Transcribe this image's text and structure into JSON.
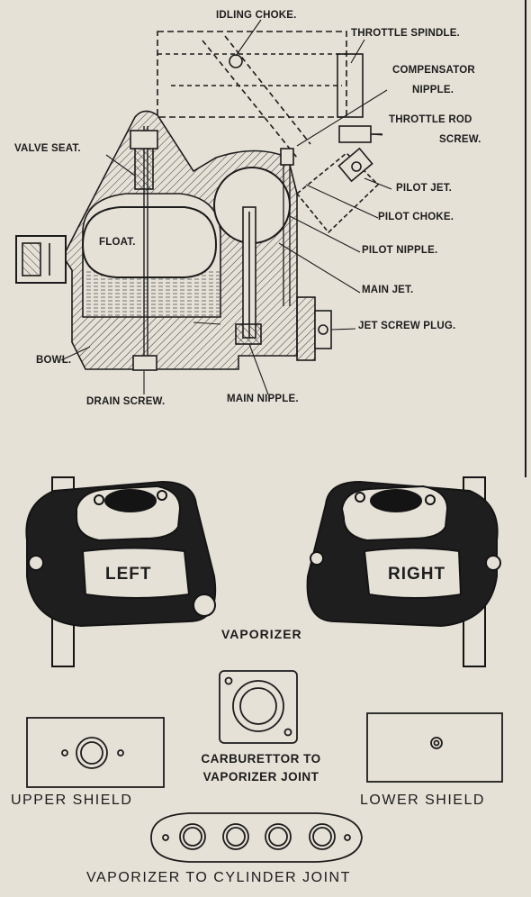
{
  "carburettor": {
    "labels": {
      "idling_choke": "IDLING CHOKE.",
      "throttle_spindle": "THROTTLE SPINDLE.",
      "compensator_nipple_1": "COMPENSATOR",
      "compensator_nipple_2": "NIPPLE.",
      "throttle_rod_screw_1": "THROTTLE ROD",
      "throttle_rod_screw_2": "SCREW.",
      "valve_seat": "VALVE SEAT.",
      "pilot_jet": "PILOT JET.",
      "pilot_choke": "PILOT CHOKE.",
      "float": "FLOAT.",
      "pilot_nipple": "PILOT NIPPLE.",
      "main_jet": "MAIN JET.",
      "jet_screw_plug": "JET SCREW PLUG.",
      "bowl": "BOWL.",
      "drain_screw": "DRAIN SCREW.",
      "main_nipple": "MAIN NIPPLE."
    }
  },
  "vaporizer": {
    "left_emboss": "LEFT",
    "right_emboss": "RIGHT",
    "caption": "VAPORIZER"
  },
  "parts": {
    "upper_shield": "UPPER SHIELD",
    "lower_shield": "LOWER SHIELD",
    "carb_joint_1": "CARBURETTOR TO",
    "carb_joint_2": "VAPORIZER JOINT",
    "cylinder_joint": "VAPORIZER TO CYLINDER JOINT"
  },
  "colors": {
    "paper": "#e6e1d7",
    "ink": "#1c1c1c"
  }
}
